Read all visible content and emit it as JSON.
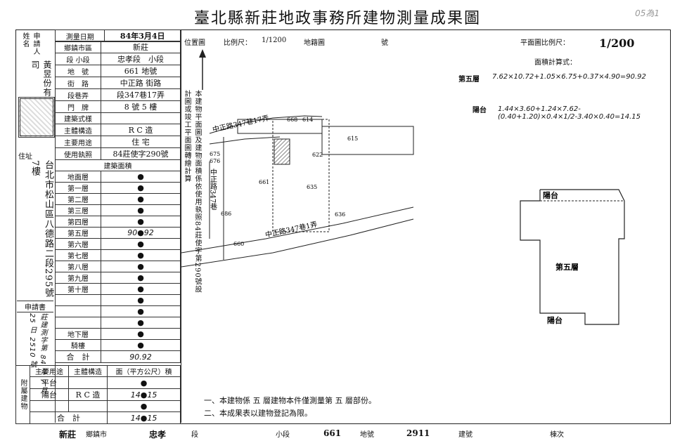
{
  "header": {
    "title": "臺北縣新莊地政事務所建物測量成果圖",
    "corner_mark": "05為1"
  },
  "applicant": {
    "label_applicant": "申請人姓名",
    "company": "黃昱份有限公司",
    "address_label": "住址",
    "address": "台北市松山區八德路二段295號7樓",
    "request_label": "申請書",
    "request_no": "莊建測字第 84 年 7 月 25 日 2510 號"
  },
  "survey": {
    "date_label": "測量日期",
    "date_year": "84",
    "date_month": "3",
    "date_day": "4",
    "rows": [
      {
        "label": "鄉鎮市區",
        "value": "新莊"
      },
      {
        "label": "段 小段",
        "value": "忠孝段　小段"
      },
      {
        "label": "地　號",
        "value": "661 地號"
      },
      {
        "label": "街　路",
        "value": "中正路 街路"
      },
      {
        "label": "段巷弄",
        "value": "段347巷17弄"
      },
      {
        "label": "門　牌",
        "value": "8 號 5 樓"
      },
      {
        "label": "建築式樣",
        "value": ""
      },
      {
        "label": "主體構造",
        "value": "R C 造"
      },
      {
        "label": "主要用途",
        "value": "住 宅"
      },
      {
        "label": "使用執照",
        "value": "84莊使字290號"
      }
    ],
    "floor_header": "建築面積",
    "floors": [
      {
        "label": "地面層",
        "value": "●"
      },
      {
        "label": "第一層",
        "value": "●"
      },
      {
        "label": "第二層",
        "value": "●"
      },
      {
        "label": "第三層",
        "value": "●"
      },
      {
        "label": "第四層",
        "value": "●"
      },
      {
        "label": "第五層",
        "value": "90●92"
      },
      {
        "label": "第六層",
        "value": "●"
      },
      {
        "label": "第七層",
        "value": "●"
      },
      {
        "label": "第八層",
        "value": "●"
      },
      {
        "label": "第九層",
        "value": "●"
      },
      {
        "label": "第十層",
        "value": "●"
      },
      {
        "label": "",
        "value": "●"
      },
      {
        "label": "",
        "value": "●"
      },
      {
        "label": "",
        "value": "●"
      },
      {
        "label": "地下層",
        "value": "●"
      },
      {
        "label": "騎樓",
        "value": "●"
      }
    ],
    "total_label": "合　計",
    "total_value": "90.92"
  },
  "annex": {
    "head": [
      "主要用途",
      "主體構造",
      "面（平方公尺）積"
    ],
    "rows": [
      {
        "use": "平台",
        "struct": "",
        "area": "●"
      },
      {
        "use": "陽台",
        "struct": "R C 造",
        "area": "14●15"
      },
      {
        "use": "",
        "struct": "",
        "area": "●"
      }
    ],
    "total_label": "合　計",
    "total_value": "14●15"
  },
  "map": {
    "location_label": "位置圖",
    "scale_label": "比例尺：",
    "scale_value": "1/1200",
    "cadastral_label": "地籍圖",
    "no_label": "號",
    "roads": [
      "中正路347巷17弄",
      "中正路347巷",
      "中正路347巷1弄"
    ],
    "parcels": [
      "668",
      "614",
      "615",
      "675",
      "676",
      "622",
      "661",
      "635",
      "686",
      "636",
      "660"
    ]
  },
  "plan": {
    "scale_label": "平面圖比例尺：",
    "scale_value": "1/200",
    "calc_label": "面積計算式：",
    "calc_floor": "第五層",
    "calc_floor_formula": "7.62×10.72+1.05×6.75+0.37×4.90=90.92",
    "calc_balcony": "陽台",
    "calc_balcony_formula": "1.44×3.60+1.24×7.62-(0.40+1.20)×0.4×1/2-3.40×0.40=14.15",
    "floor_label": "第五層",
    "balcony_top": "陽台",
    "balcony_bottom": "陽台"
  },
  "vertical_note": "本建物平面圖及建物面積係依使用執照84莊使字第290號設計圖或竣工平面圖轉繪計算",
  "notes": [
    "一、本建物係 五 層建物本件僅測量第 五 層部份。",
    "二、本成果表以建物登記為限。"
  ],
  "footer": {
    "town": "新莊",
    "town_label": "鄉鎮市",
    "section": "忠孝",
    "section_label": "段",
    "subsection_label": "小段",
    "lot": "661",
    "lot_label": "地號",
    "build_no": "2911",
    "build_label": "建號",
    "sheet_label": "棟次"
  }
}
